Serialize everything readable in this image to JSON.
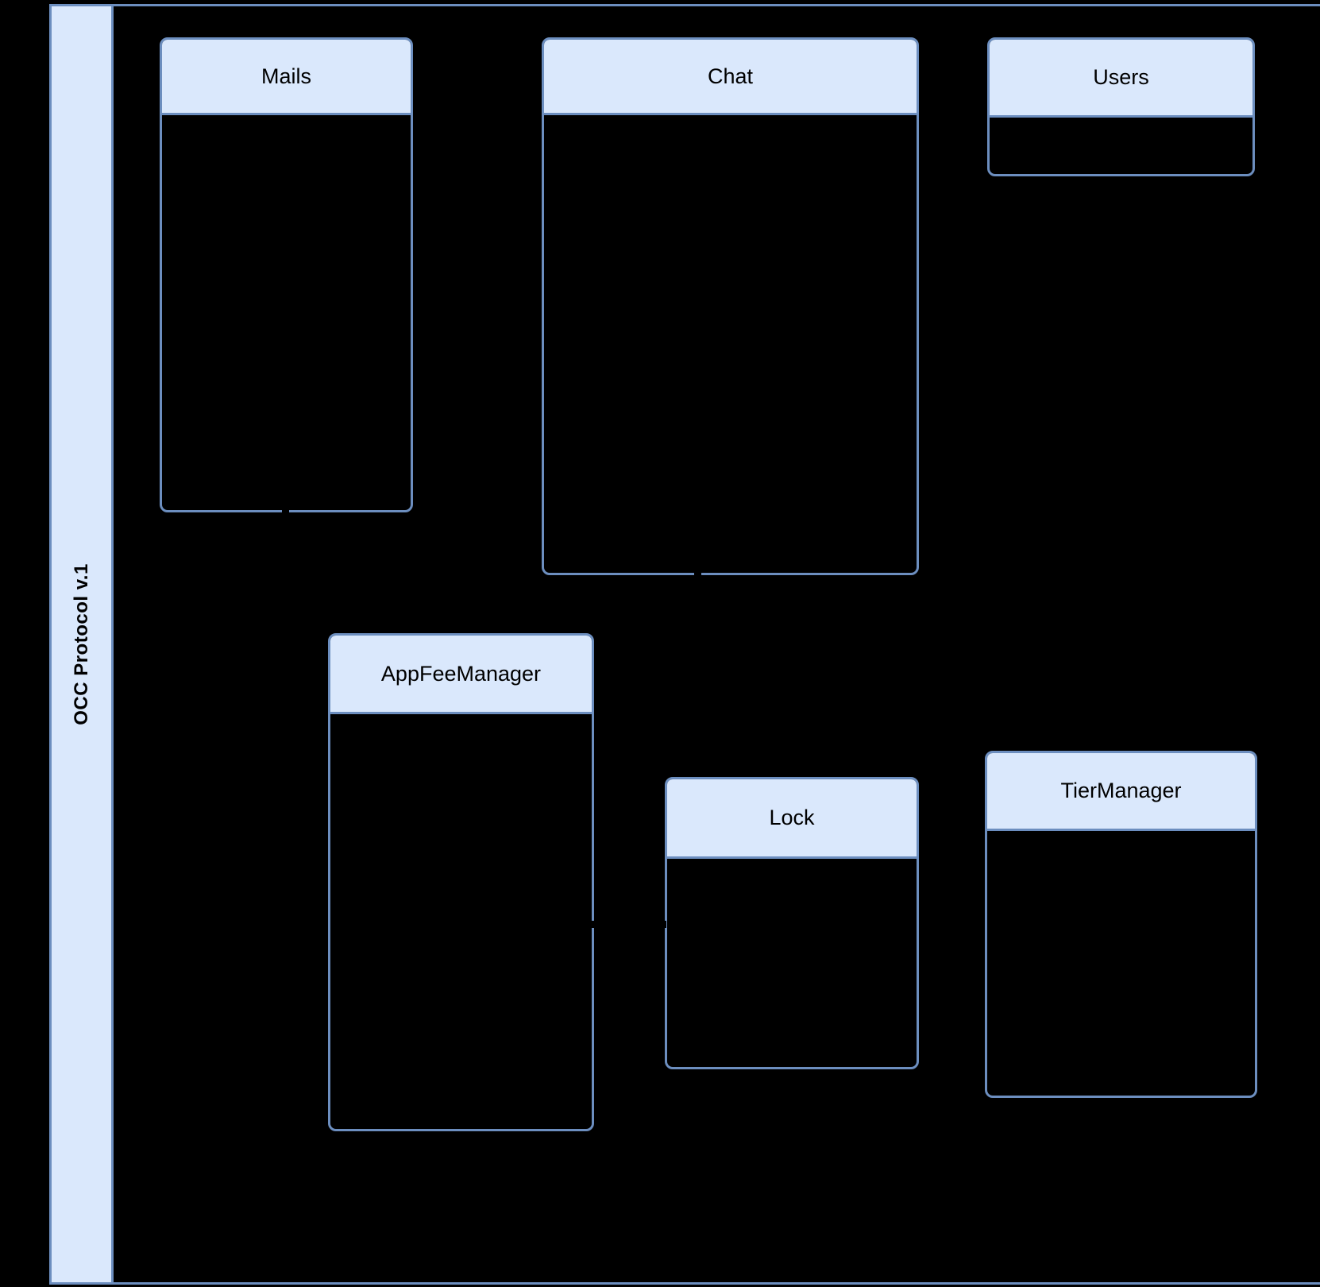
{
  "pool": {
    "title": "OCC Protocol v.1"
  },
  "classes": [
    {
      "name": "Mails"
    },
    {
      "name": "Chat"
    },
    {
      "name": "Users"
    },
    {
      "name": "AppFeeManager"
    },
    {
      "name": "Lock"
    },
    {
      "name": "TierManager"
    }
  ],
  "colors": {
    "background": "#000000",
    "shape_fill": "#dae8fc",
    "shape_stroke": "#6c8ebf",
    "label_text": "#000000"
  }
}
